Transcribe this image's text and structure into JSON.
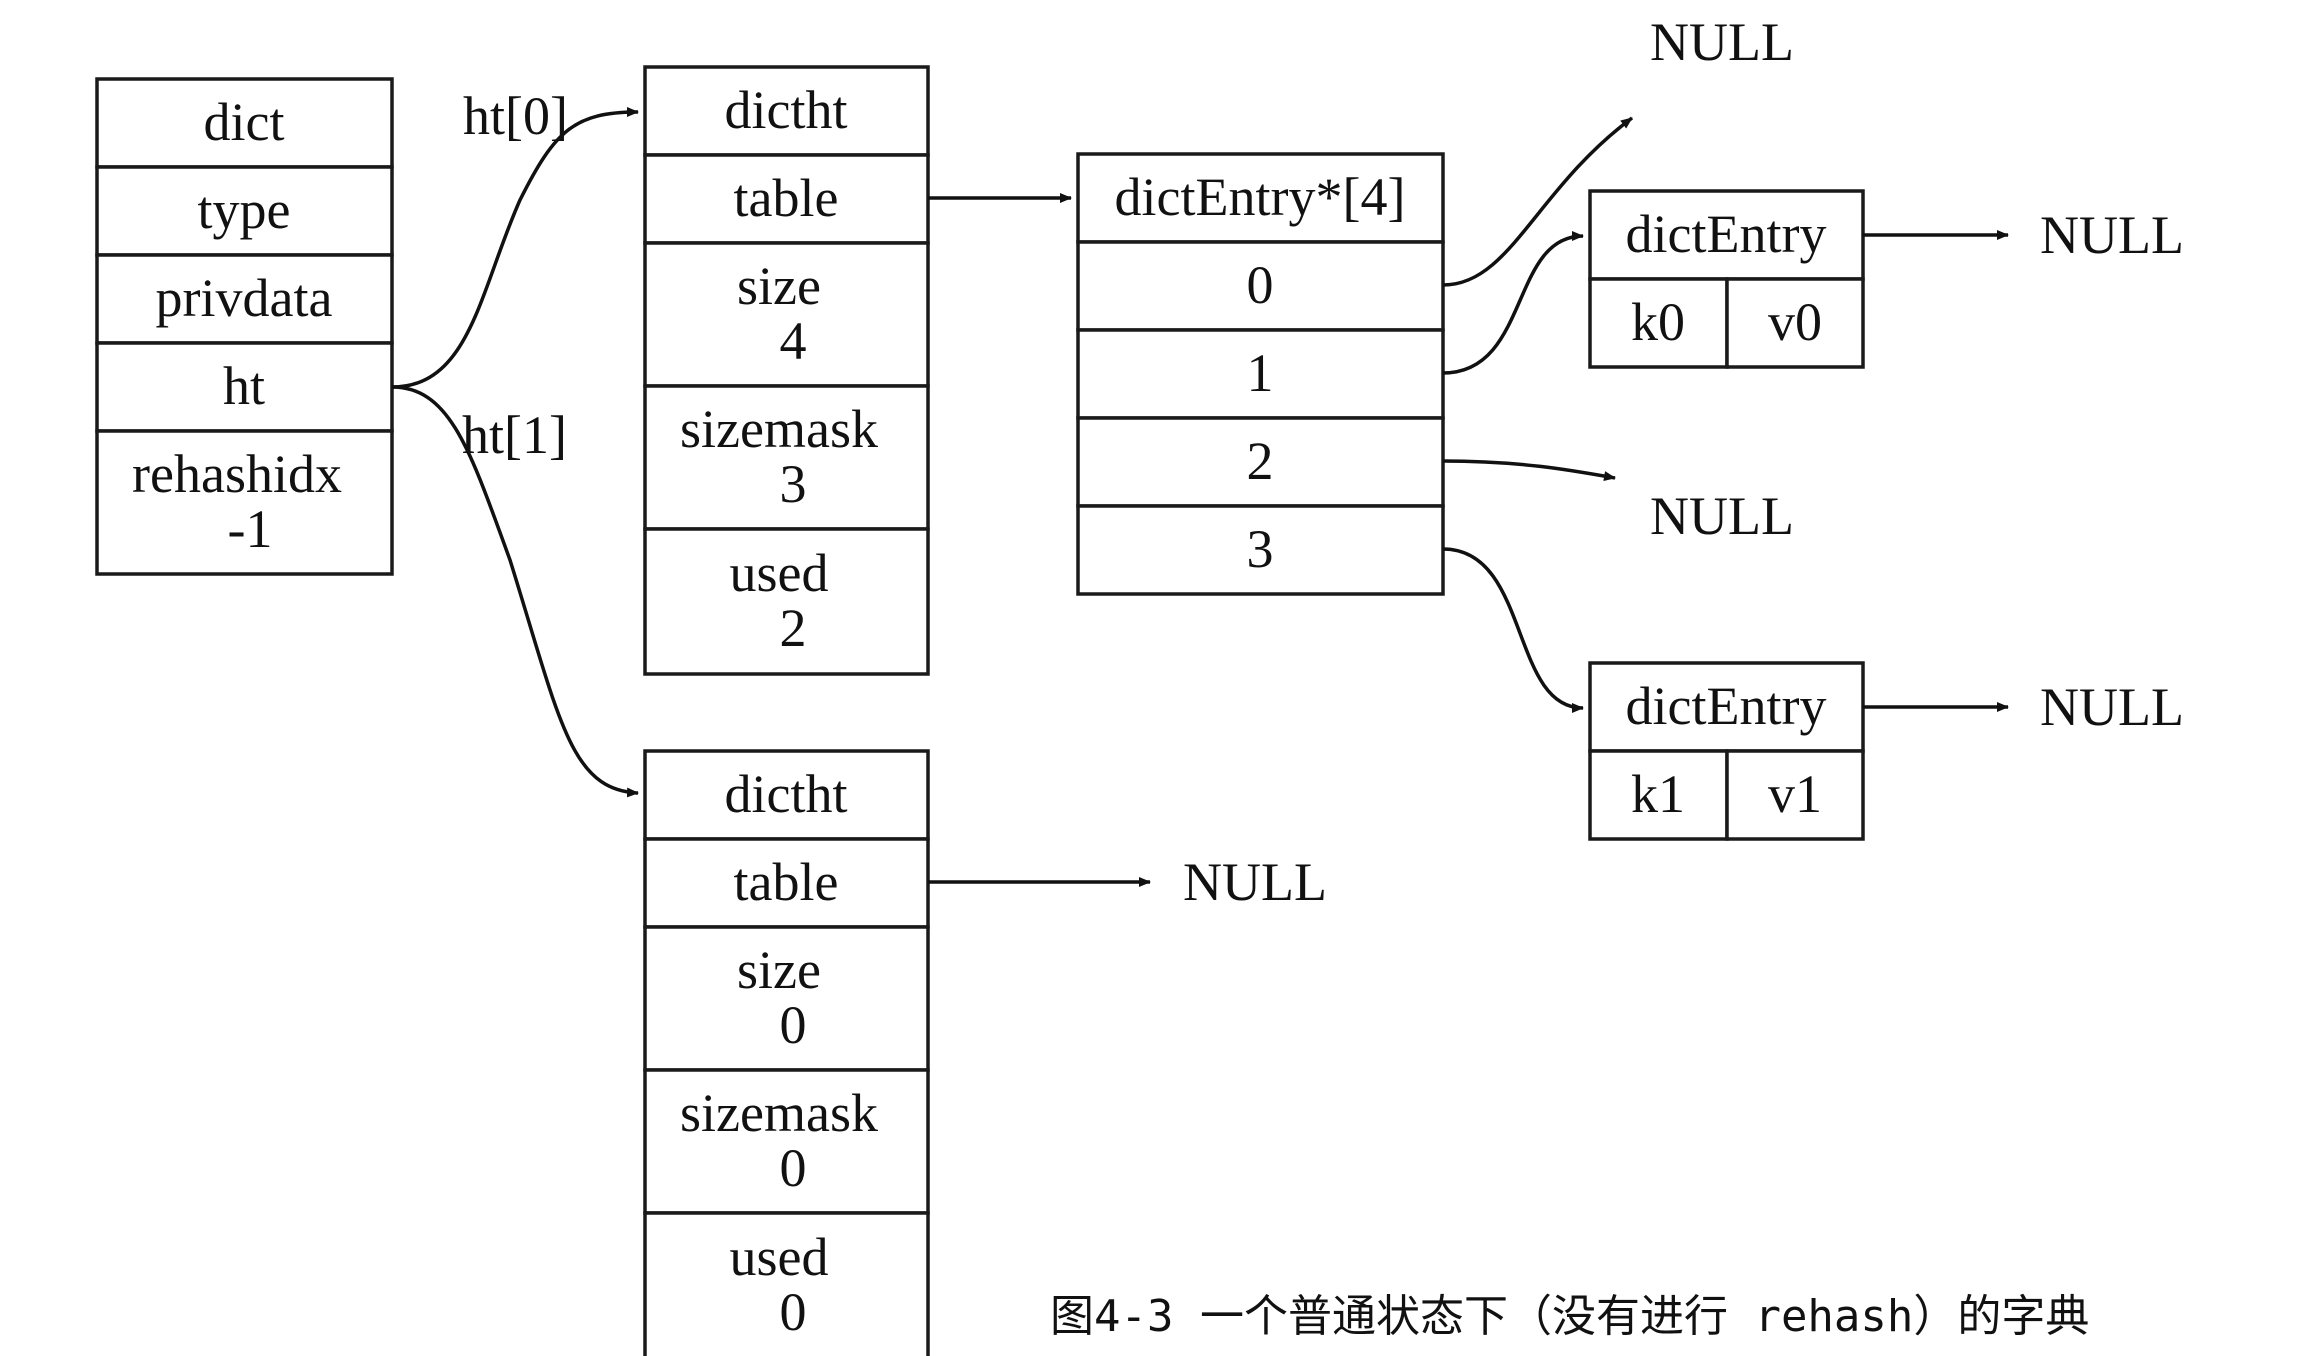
{
  "dict": {
    "title": "dict",
    "fields": [
      "type",
      "privdata",
      "ht"
    ],
    "rehashidx": [
      "rehashidx",
      "-1"
    ]
  },
  "edge_labels": {
    "ht0": "ht[0]",
    "ht1": "ht[1]"
  },
  "ht0": {
    "title": "dictht",
    "table": "table",
    "size": [
      "size",
      "4"
    ],
    "sizemask": [
      "sizemask",
      "3"
    ],
    "used": [
      "used",
      "2"
    ]
  },
  "ht1": {
    "title": "dictht",
    "table": "table",
    "size": [
      "size",
      "0"
    ],
    "sizemask": [
      "sizemask",
      "0"
    ],
    "used": [
      "used",
      "0"
    ]
  },
  "table_array": {
    "title": "dictEntry*[4]",
    "slots": [
      "0",
      "1",
      "2",
      "3"
    ]
  },
  "entry0": {
    "title": "dictEntry",
    "key": "k0",
    "value": "v0"
  },
  "entry1": {
    "title": "dictEntry",
    "key": "k1",
    "value": "v1"
  },
  "null_label": "NULL",
  "caption": "图4-3 一个普通状态下（没有进行 rehash）的字典"
}
